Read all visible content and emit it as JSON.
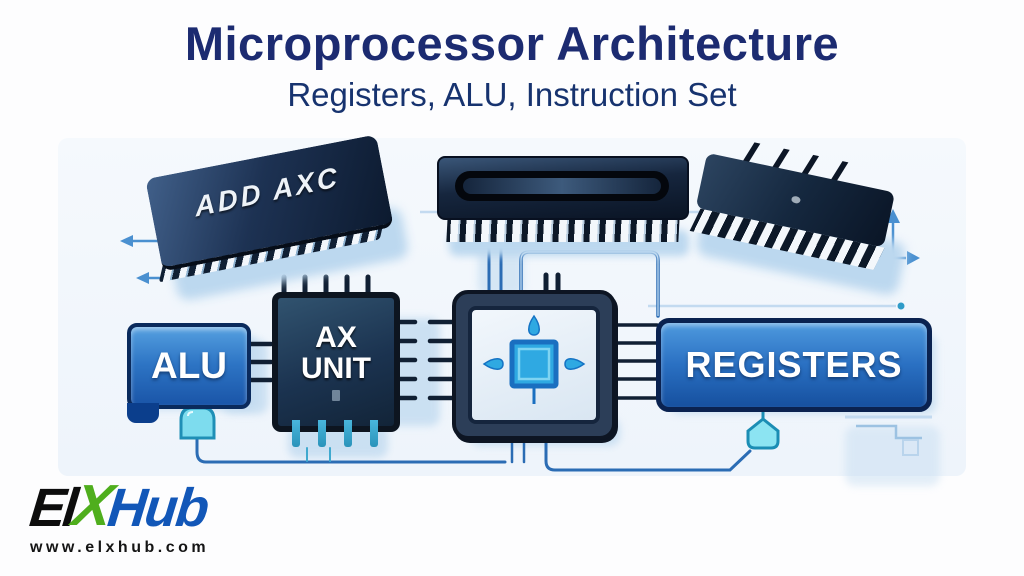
{
  "header": {
    "title": "Microprocessor Architecture",
    "subtitle": "Registers, ALU, Instruction Set"
  },
  "diagram": {
    "instruction_chip_label": "ADD AXC",
    "alu_label": "ALU",
    "ax_unit_line1": "AX",
    "ax_unit_line2": "UNIT",
    "registers_label": "REGISTERS"
  },
  "footer_logo": {
    "brand_part1": "El",
    "brand_part2": "X",
    "brand_part3": "Hub",
    "website": "www.elxhub.com"
  },
  "colors": {
    "title_navy": "#1c2b71",
    "block_blue": "#2d74c4",
    "block_border_navy": "#0a2a5c",
    "chip_body_navy": "#14243c",
    "cyan_accent": "#5ecbe8",
    "wire_blue": "#2b6cb4",
    "logo_green": "#4fae1d",
    "logo_blue": "#1257b8"
  }
}
